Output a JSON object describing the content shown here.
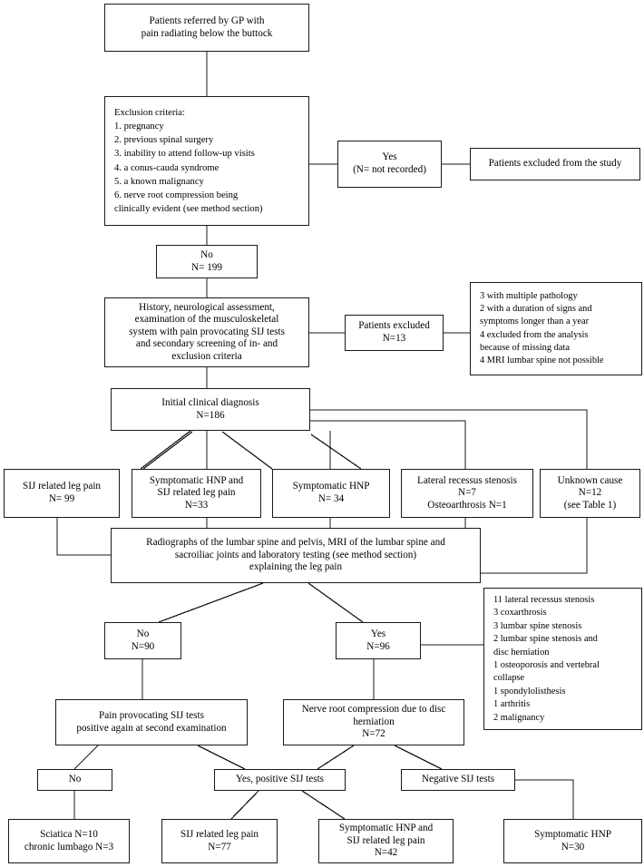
{
  "figure": {
    "type": "flowchart",
    "title": "Patient flow diagram of referral, exclusion and diagnostic classification",
    "background_color": "#ffffff",
    "line_color": "#1a1a1a"
  },
  "nodes": {
    "referral": {
      "label": "Patients referred by GP with\npain radiating below the buttock"
    },
    "exclusion_criteria": {
      "label": "Exclusion criteria:\n1. pregnancy\n2. previous spinal surgery\n3. inability to attend follow-up visits\n4. a conus-cauda syndrome\n5. a known malignancy\n6.  nerve root compression being\n     clinically evident (see method section)"
    },
    "yes_excluded": {
      "label": "Yes\n(N= not recorded)"
    },
    "patients_excluded_study": {
      "label": "Patients excluded from the study"
    },
    "no_199": {
      "label": "No\nN= 199"
    },
    "history_assessment": {
      "label": "History, neurological assessment,\nexamination of the musculoskeletal\nsystem with pain provocating SIJ tests\nand secondary screening of in- and\nexclusion criteria"
    },
    "patients_excluded_13": {
      "label": "Patients excluded\nN=13"
    },
    "exclusion_reasons": {
      "label": "3 with multiple pathology\n2 with a duration of signs and\n    symptoms longer than a year\n4 excluded from the analysis\n    because of missing data\n4 MRI lumbar spine  not possible"
    },
    "initial_diagnosis": {
      "label": "Initial clinical diagnosis\nN=186"
    },
    "sij_leg_pain_99": {
      "label": "SIJ related leg pain\nN= 99"
    },
    "symptomatic_hnp_sij_33": {
      "label": "Symptomatic  HNP and\nSIJ related leg pain\nN=33"
    },
    "symptomatic_hnp_34": {
      "label": "Symptomatic HNP\nN= 34"
    },
    "lateral_recessus_stenosis": {
      "label": "Lateral recessus stenosis\nN=7\nOsteoarthrosis N=1"
    },
    "unknown_cause": {
      "label": "Unknown cause\nN=12\n(see Table 1)"
    },
    "radiographs": {
      "label": "Radiographs of the lumbar spine and pelvis, MRI of the lumbar spine and\nsacroiliac joints and laboratory testing (see method section)\nexplaining the leg pain"
    },
    "no_90": {
      "label": "No\nN=90"
    },
    "yes_96": {
      "label": "Yes\nN=96"
    },
    "pathology_list": {
      "label": "11 lateral recessus stenosis\n  3 coxarthrosis\n  3 lumbar spine stenosis\n  2 lumbar spine stenosis and\n     disc herniation\n  1 osteoporosis and vertebral\n       collapse\n  1 spondylolisthesis\n  1 arthritis\n  2 malignancy"
    },
    "pain_provocating_tests": {
      "label": "Pain provocating SIJ tests\npositive again at second examination"
    },
    "nerve_root_compression": {
      "label": "Nerve root compression due to disc\nherniation\nN=72"
    },
    "no_small": {
      "label": "No"
    },
    "yes_positive_sij": {
      "label": "Yes, positive SIJ tests"
    },
    "negative_sij": {
      "label": "Negative SIJ tests"
    },
    "sciatica": {
      "label": "Sciatica N=10\nchronic lumbago  N=3"
    },
    "sij_leg_pain_77": {
      "label": "SIJ related leg pain\nN=77"
    },
    "symptomatic_hnp_sij_42": {
      "label": "Symptomatic HNP and\nSIJ related leg pain\nN=42"
    },
    "symptomatic_hnp_30": {
      "label": "Symptomatic HNP\nN=30"
    }
  }
}
